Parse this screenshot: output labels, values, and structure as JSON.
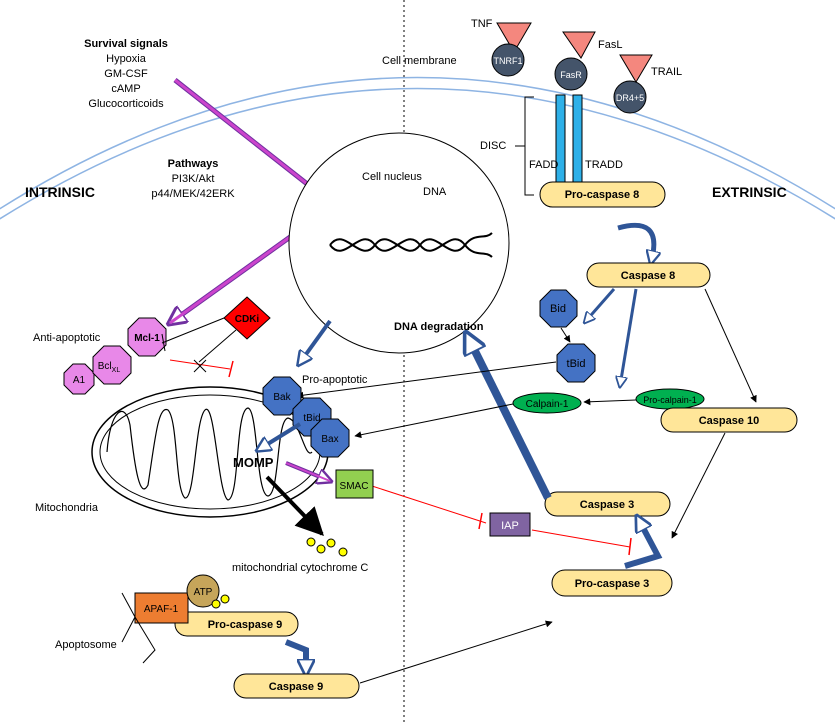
{
  "regions": {
    "intrinsic": "INTRINSIC",
    "extrinsic": "EXTRINSIC"
  },
  "survival": {
    "heading": "Survival signals",
    "items": [
      "Hypoxia",
      "GM-CSF",
      "cAMP",
      "Glucocorticoids"
    ]
  },
  "pathways": {
    "heading": "Pathways",
    "items": [
      "PI3K/Akt",
      "p44/MEK/42ERK"
    ]
  },
  "membrane": {
    "label": "Cell membrane"
  },
  "nucleus": {
    "label": "Cell nucleus",
    "dna": "DNA"
  },
  "ligands": {
    "tnf": "TNF",
    "fasl": "FasL",
    "trail": "TRAIL"
  },
  "receptors": {
    "tnfr1": "TNRF1",
    "fasr": "FasR",
    "dr45": "DR4+5"
  },
  "disc": {
    "label": "DISC",
    "fadd": "FADD",
    "tradd": "TRADD"
  },
  "anti_apoptotic": {
    "label": "Anti-apoptotic",
    "a1": "A1",
    "bcl_main": "Bcl",
    "bcl_sub": "XL",
    "mcl1": "Mcl-1",
    "cdki": "CDKi"
  },
  "pro_apoptotic": {
    "label": "Pro-apoptotic",
    "bak": "Bak",
    "tbid": "tBid",
    "bax": "Bax"
  },
  "mito": {
    "label": "Mitochondria",
    "momp": "MOMP",
    "smac": "SMAC",
    "cytc": "mitochondrial cytochrome C"
  },
  "apoptosome": {
    "label": "Apoptosome",
    "apaf1": "APAF-1",
    "atp": "ATP"
  },
  "caspases": {
    "procasp8": "Pro-caspase 8",
    "casp8": "Caspase 8",
    "procasp9": "Pro-caspase 9",
    "casp9": "Caspase 9",
    "casp10": "Caspase 10",
    "casp3": "Caspase 3",
    "procasp3": "Pro-caspase 3"
  },
  "extrinsic_nodes": {
    "bid": "Bid",
    "tbid": "tBid",
    "calpain1": "Calpain-1",
    "procalpain1": "Pro-calpain-1",
    "iap": "IAP",
    "dna_degradation": "DNA degradation"
  },
  "colors": {
    "caspase_fill": "#ffe699",
    "blue_node": "#4472c4",
    "green_node": "#00b050",
    "magenta": "#cc44cc",
    "pink_node": "#e888e8",
    "cdki": "#ff0000",
    "purple": "#8064a2",
    "orange": "#ed7d31",
    "receptor": "#44546a",
    "ligand": "#f4877e",
    "disc_bar": "#2eb0e8",
    "membrane": "#8eb4e3",
    "arrow_blue": "#4472c4",
    "smac": "#92d050"
  }
}
